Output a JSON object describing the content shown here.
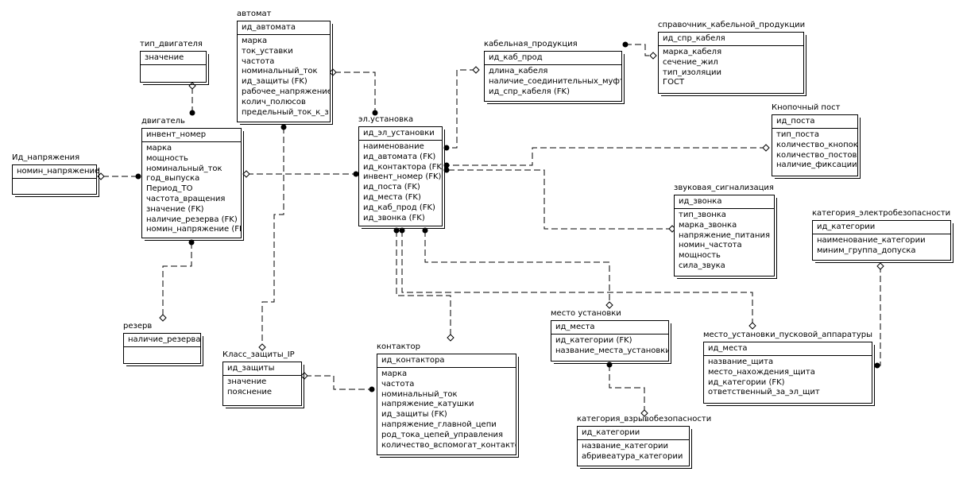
{
  "entities": [
    {
      "id": "tip_dvig",
      "title": "тип_двигателя",
      "pk": [
        "значение"
      ],
      "attrs": []
    },
    {
      "id": "avtomat",
      "title": "автомат",
      "pk": [
        "ид_автомата"
      ],
      "attrs": [
        "марка",
        "ток_уставки",
        "частота",
        "номинальный_ток",
        "ид_защиты (FK)",
        "рабочее_напряжение",
        "колич_полюсов",
        "предельный_ток_к_з"
      ]
    },
    {
      "id": "kab_prod",
      "title": "кабельная_продукция",
      "pk": [
        "ид_каб_прод"
      ],
      "attrs": [
        "длина_кабеля",
        "наличие_соединительных_муфт",
        "ид_спр_кабеля (FK)"
      ]
    },
    {
      "id": "sprav",
      "title": "справочник_кабельной_продукции",
      "pk": [
        "ид_спр_кабеля"
      ],
      "attrs": [
        "марка_кабеля",
        "сечение_жил",
        "тип_изоляции",
        "ГОСТ"
      ]
    },
    {
      "id": "id_napr",
      "title": "Ид_напряжения",
      "pk": [
        "номин_напряжение"
      ],
      "attrs": []
    },
    {
      "id": "dvigatel",
      "title": "двигатель",
      "pk": [
        "инвент_номер"
      ],
      "attrs": [
        "марка",
        "мощность",
        "номинальный_ток",
        "год_выпуска",
        "Период_ТО",
        "частота_вращения",
        "значение (FK)",
        "наличие_резерва (FK)",
        "номин_напряжение (FK)"
      ]
    },
    {
      "id": "el_ust",
      "title": "эл.установка",
      "pk": [
        "ид_эл_установки"
      ],
      "attrs": [
        "наименование",
        "ид_автомата (FK)",
        "ид_контактора (FK)",
        "инвент_номер (FK)",
        "ид_поста (FK)",
        "ид_места (FK)",
        "ид_каб_прод (FK)",
        "ид_звонка (FK)"
      ]
    },
    {
      "id": "knop_post",
      "title": "Кнопочный пост",
      "pk": [
        "ид_поста"
      ],
      "attrs": [
        "тип_поста",
        "количество_кнопок",
        "количество_постов",
        "наличие_фиксации"
      ]
    },
    {
      "id": "zvuk",
      "title": "звуковая_сигнализация",
      "pk": [
        "ид_звонка"
      ],
      "attrs": [
        "тип_звонка",
        "марка_звонка",
        "напряжение_питания",
        "номин_частота",
        "мощность",
        "сила_звука"
      ]
    },
    {
      "id": "kat_el",
      "title": "категория_электробезопасности",
      "pk": [
        "ид_категории"
      ],
      "attrs": [
        "наименование_категории",
        "миним_группа_допуска"
      ]
    },
    {
      "id": "rezerv",
      "title": "резерв",
      "pk": [
        "наличие_резерва"
      ],
      "attrs": []
    },
    {
      "id": "klass_zash",
      "title": "Класс_защиты_IP",
      "pk": [
        "ид_защиты"
      ],
      "attrs": [
        "значение",
        "пояснение"
      ]
    },
    {
      "id": "kontaktor",
      "title": "контактор",
      "pk": [
        "ид_контактора"
      ],
      "attrs": [
        "марка",
        "частота",
        "номинальный_ток",
        "напряжение_катушки",
        "ид_защиты (FK)",
        "напряжение_главной_цепи",
        "род_тока_цепей_управления",
        "количество_вспомогат_контактов"
      ]
    },
    {
      "id": "mesto_ust",
      "title": "место установки",
      "pk": [
        "ид_места"
      ],
      "attrs": [
        "ид_категории (FK)",
        "название_места_установки"
      ]
    },
    {
      "id": "mesto_pusk",
      "title": "место_установки_пусковой_аппаратуры",
      "pk": [
        "ид_места"
      ],
      "attrs": [
        "название_щита",
        "место_нахождения_щита",
        "ид_категории (FK)",
        "ответственный_за_эл_щит"
      ]
    },
    {
      "id": "kat_vzr",
      "title": "категория_взрывобезопасности",
      "pk": [
        "ид_категории"
      ],
      "attrs": [
        "название_категории",
        "абривеатура_категории"
      ]
    }
  ]
}
